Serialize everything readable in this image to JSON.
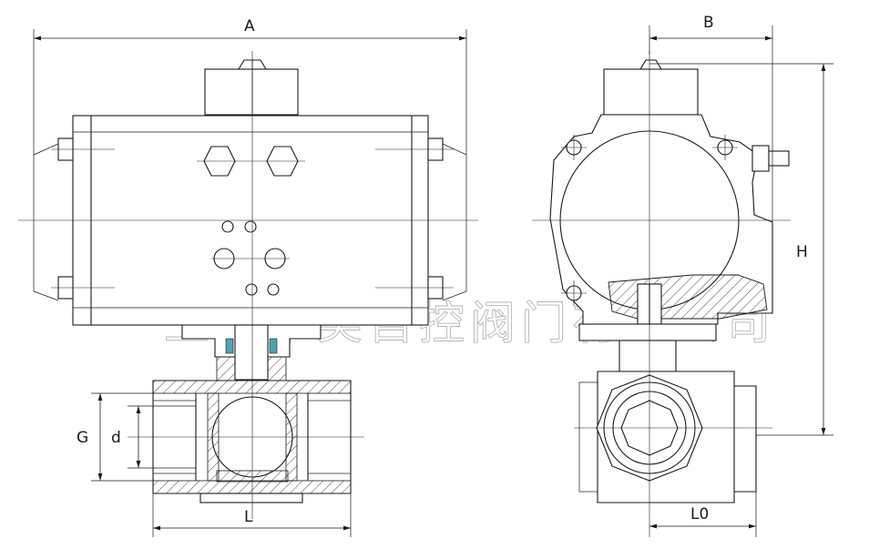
{
  "dimensions": {
    "A": "A",
    "B": "B",
    "H": "H",
    "G": "G",
    "d": "d",
    "L": "L",
    "L0": "L0"
  },
  "watermark": "上海申美自控阀门有限公司",
  "colors": {
    "line": "#1a1a1a",
    "seal": "#4fa3b3",
    "watermark": "#b5b5b5",
    "background": "#ffffff"
  }
}
